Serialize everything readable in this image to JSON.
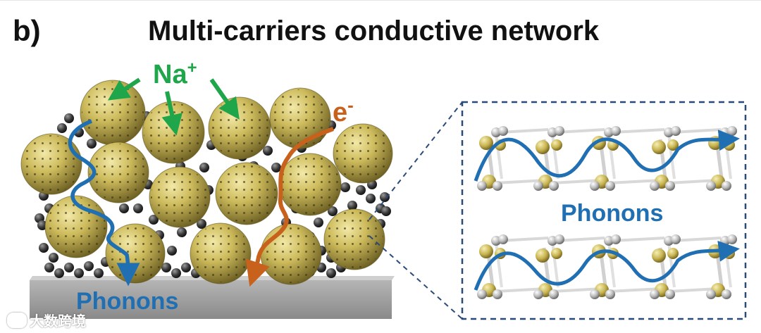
{
  "panel_label": "b)",
  "title": "Multi-carriers conductive network",
  "labels": {
    "sodium_ion": "Na",
    "sodium_charge": "+",
    "electron": "e",
    "electron_charge": "-",
    "phonons_left": "Phonons",
    "phonons_inset": "Phonons"
  },
  "watermark": "大数跨境",
  "colors": {
    "sodium_arrow": "#1fa64a",
    "electron_path": "#c8611c",
    "phonon_path": "#1f6fb2",
    "sphere": "#c9b85a",
    "carbon_bead": "#3a3a3a",
    "substrate": "#9a9a9a",
    "inset_border": "#2a4a7a"
  }
}
